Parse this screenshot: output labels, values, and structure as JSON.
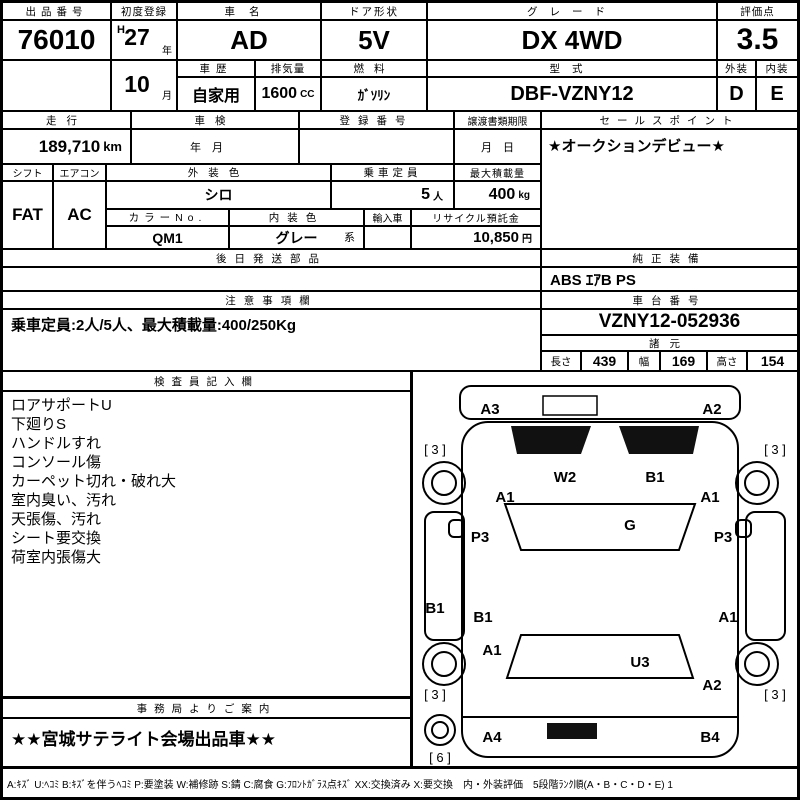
{
  "top": {
    "lot": {
      "label": "出品番号",
      "value": "76010"
    },
    "first_reg": {
      "label": "初度登録",
      "era": "H",
      "year": "27",
      "year_unit": "年",
      "month": "10",
      "month_unit": "月"
    },
    "car_name": {
      "label": "車名",
      "value": "AD"
    },
    "door": {
      "label": "ドア形状",
      "value": "5V"
    },
    "grade": {
      "label": "グレード",
      "value": "DX 4WD"
    },
    "score": {
      "label": "評価点",
      "value": "3.5"
    },
    "history": {
      "label": "車歴",
      "value": "自家用"
    },
    "displacement": {
      "label": "排気量",
      "value": "1600",
      "unit": "CC"
    },
    "fuel": {
      "label": "燃料",
      "value": "ｶﾞｿﾘﾝ"
    },
    "model": {
      "label": "型式",
      "value": "DBF-VZNY12"
    },
    "exterior": {
      "label": "外装",
      "value": "D"
    },
    "interior": {
      "label": "内装",
      "value": "E"
    }
  },
  "registration": {
    "mileage": {
      "label": "走行",
      "value": "189,710",
      "unit": "km"
    },
    "shaken": {
      "label": "車検",
      "value": "年　月"
    },
    "reg_no": {
      "label": "登録番号",
      "value": ""
    },
    "deadline": {
      "label": "譲渡書類期限",
      "value": "月　日"
    },
    "sales_point": {
      "label": "セールスポイント",
      "value": "★オークションデビュー★"
    }
  },
  "equipment_row": {
    "shift": {
      "label": "シフト",
      "value": "FAT"
    },
    "aircon": {
      "label": "エアコン",
      "value": "AC"
    },
    "ext_color": {
      "label": "外装色",
      "value": "シロ"
    },
    "capacity": {
      "label": "乗車定員",
      "value": "5",
      "unit": "人"
    },
    "max_load": {
      "label": "最大積載量",
      "value": "400",
      "unit": "kg"
    },
    "color_no": {
      "label": "カラーNo.",
      "value": "QM1"
    },
    "int_color": {
      "label": "内装色",
      "value": "グレー",
      "suffix": "系"
    },
    "import_car": {
      "label": "輸入車",
      "value": ""
    },
    "recycle": {
      "label": "リサイクル預託金",
      "value": "10,850",
      "unit": "円"
    }
  },
  "later_parts": {
    "label": "後日発送部品",
    "value": ""
  },
  "genuine_equipment": {
    "label": "純正装備",
    "value": "ABS ｴｱB PS"
  },
  "notes": {
    "label": "注意事項欄",
    "value": "乗車定員:2人/5人、最大積載量:400/250Kg"
  },
  "chassis": {
    "label": "車台番号",
    "value": "VZNY12-052936"
  },
  "specs": {
    "label": "諸元",
    "length_label": "長さ",
    "length": "439",
    "width_label": "幅",
    "width": "169",
    "height_label": "高さ",
    "height": "154"
  },
  "inspector": {
    "label": "検査員記入欄",
    "items": [
      "ロアサポートU",
      "下廻りS",
      "ハンドルすれ",
      "コンソール傷",
      "カーペット切れ・破れ大",
      "室内臭い、汚れ",
      "天張傷、汚れ",
      "シート要交換",
      "荷室内張傷大"
    ]
  },
  "office": {
    "label": "事務局よりご案内",
    "value": "★★宮城サテライト会場出品車★★"
  },
  "diagram": {
    "damage_markers": [
      "A3",
      "A2",
      "W2",
      "B1",
      "A1",
      "A1",
      "P3",
      "G",
      "P3",
      "B1",
      "B1",
      "A1",
      "A1",
      "U3",
      "A2",
      "A4",
      "B4"
    ],
    "tread_markers": [
      "[ 3 ]",
      "[ 3 ]",
      "[ 3 ]",
      "[ 3 ]",
      "[ 6 ]"
    ]
  },
  "legend": "A:ｷｽﾞ U:ﾍｺﾐ B:ｷｽﾞを伴うﾍｺﾐ P:要塗装 W:補修跡 S:錆 C:腐食 G:ﾌﾛﾝﾄｶﾞﾗｽ点ｷｽﾞ XX:交換済み X:要交換　内・外装評価　5段階ﾗﾝｸ順(A・B・C・D・E) 1"
}
